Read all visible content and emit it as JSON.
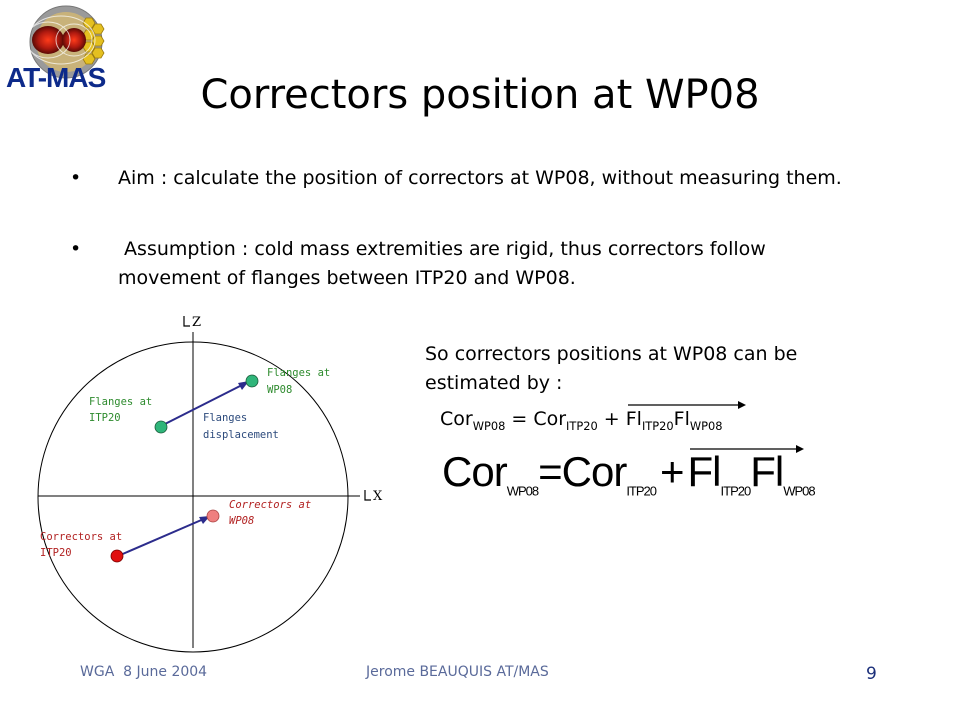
{
  "logo": {
    "text": "AT-MAS"
  },
  "title": "Correctors position at WP08",
  "bullets": [
    {
      "symbol": "•",
      "text": "Aim : calculate the position of correctors at WP08, without measuring them."
    },
    {
      "symbol": "•",
      "text": " Assumption : cold mass extremities are rigid, thus correctors follow movement of flanges between ITP20 and WP08."
    }
  ],
  "estimate_text": "So correctors positions at WP08 can be estimated by :",
  "formula_small": {
    "cor1": "Cor",
    "sub1": "WP08",
    "eq": " = ",
    "cor2": "Cor",
    "sub2": "ITP20",
    "plus": " + ",
    "fl1": "Fl",
    "sub3": "ITP20",
    "fl2": "Fl",
    "sub4": "WP08"
  },
  "formula_big": {
    "cor1": "Cor",
    "sub1": "WP08",
    "eq": "=",
    "cor2": "Cor",
    "sub2": "ITP20",
    "plus": "+",
    "fl1": "Fl",
    "sub3": "ITP20",
    "fl2": "Fl",
    "sub4": "WP08"
  },
  "diagram": {
    "axis_z": "Z",
    "axis_x": "X",
    "flanges_itp20": [
      "Flanges at",
      "ITP20"
    ],
    "flanges_wp08": [
      "Flanges at",
      "WP08"
    ],
    "flanges_displacement": [
      "Flanges",
      "displacement"
    ],
    "correctors_itp20": [
      "Correctors at",
      "ITP20"
    ],
    "correctors_wp08": [
      "Correctors at",
      "WP08"
    ],
    "colors": {
      "flange_point": "#2fb57a",
      "corrector_itp20_point": "#e01010",
      "corrector_wp08_point": "#ef7f7f",
      "arrow": "#2c2c8c",
      "green_text": "#2e8b2e",
      "red_text": "#b22222",
      "blue_text": "#2c4a7c"
    }
  },
  "footer": {
    "left": "WGA  8 June 2004",
    "center": "Jerome BEAUQUIS AT/MAS",
    "page": "9"
  }
}
